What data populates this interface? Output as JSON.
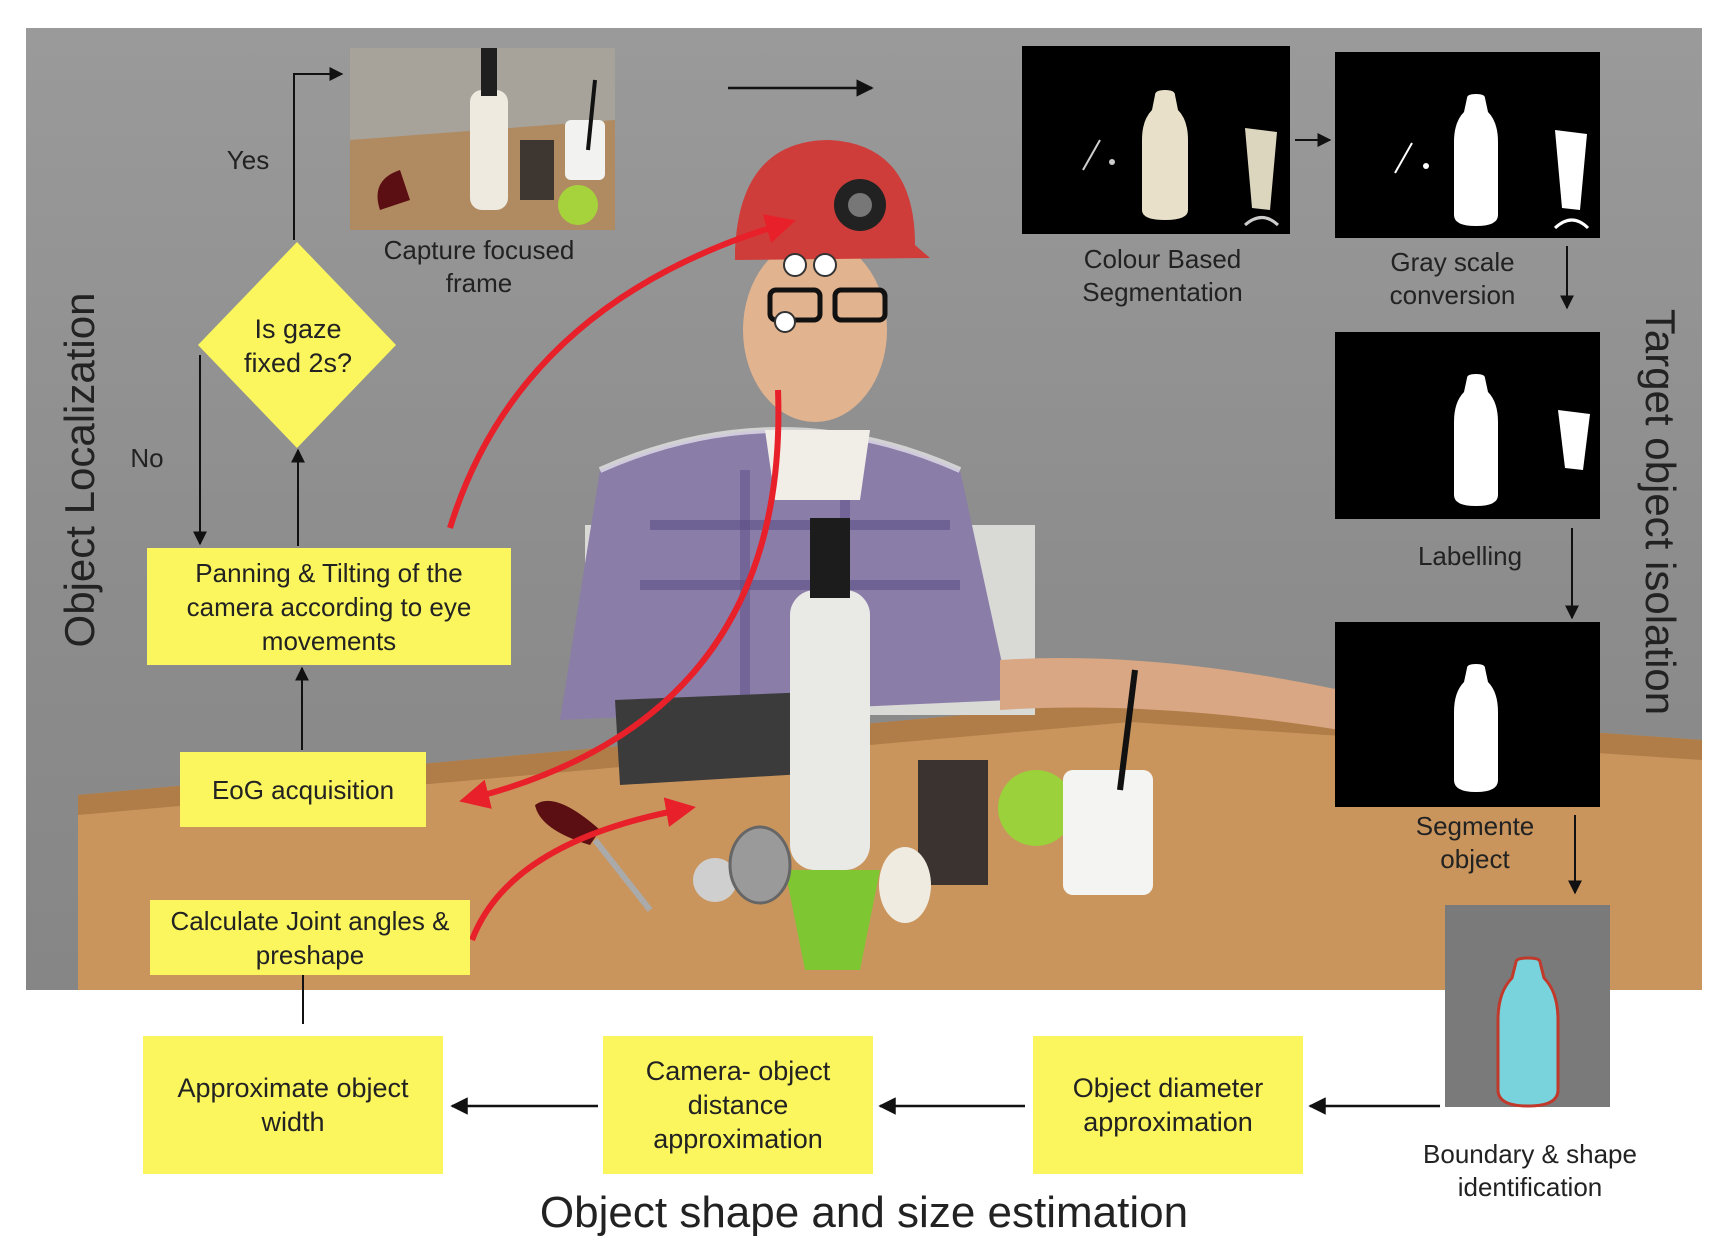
{
  "sections": {
    "left": "Object Localization",
    "right": "Target object isolation",
    "bottom": "Object shape and size estimation"
  },
  "flow": {
    "decision": "Is gaze fixed 2s?",
    "yes": "Yes",
    "no": "No",
    "pan_tilt": "Panning & Tilting of the camera according to eye movements",
    "eog": "EoG acquisition",
    "joint": "Calculate Joint angles & preshape",
    "capture": "Capture focused frame"
  },
  "isolation": {
    "colour_seg": "Colour Based Segmentation",
    "grayscale": "Gray scale conversion",
    "labelling": "Labelling",
    "segmented": "Segmente object",
    "boundary": "Boundary & shape identification"
  },
  "estimation": {
    "diameter": "Object diameter approximation",
    "distance": "Camera- object distance approximation",
    "width": "Approximate object width"
  },
  "colors": {
    "box": "#fbf65e",
    "arrow_red": "#e8202a",
    "background": "#8f8f8f",
    "table": "#c9955c"
  }
}
